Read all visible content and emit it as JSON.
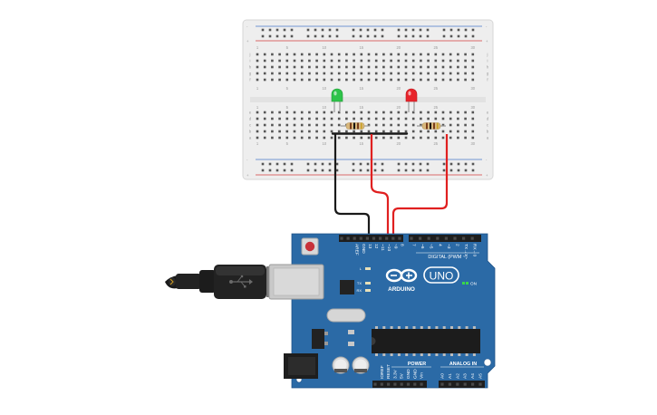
{
  "breadboard": {
    "columns": 30,
    "column_numbers": [
      "1",
      "5",
      "10",
      "15",
      "20",
      "25",
      "30"
    ],
    "row_letters_top": [
      "j",
      "i",
      "h",
      "g",
      "f"
    ],
    "row_letters_bottom": [
      "e",
      "d",
      "c",
      "b",
      "a"
    ],
    "rail_signs": {
      "plus": "+",
      "minus": "-"
    }
  },
  "components": {
    "led_green": {
      "color": "#2ec34a"
    },
    "led_red": {
      "color": "#e8242b"
    }
  },
  "wires": {
    "gnd_color": "#1a1a1a",
    "signal_color": "#e02020"
  },
  "arduino": {
    "brand": "ARDUINO",
    "model": "UNO",
    "on_label": "ON",
    "digital_label": "DIGITAL (PWM ~)",
    "power_label": "POWER",
    "analog_label": "ANALOG IN",
    "l_label": "L",
    "tx_label": "TX",
    "rx_label": "RX",
    "header_top_labels": [
      "AREF",
      "GND",
      "13",
      "12",
      "~11",
      "~10",
      "~9",
      "8",
      "7",
      "~6",
      "~5",
      "4",
      "~3",
      "2",
      "TX→1",
      "RX←0"
    ],
    "power_pin_labels": [
      "IOREF",
      "RESET",
      "3.3V",
      "5V",
      "GND",
      "GND",
      "Vin"
    ],
    "analog_pin_labels": [
      "A0",
      "A1",
      "A2",
      "A3",
      "A4",
      "A5"
    ],
    "board_color": "#2b6aa6"
  }
}
